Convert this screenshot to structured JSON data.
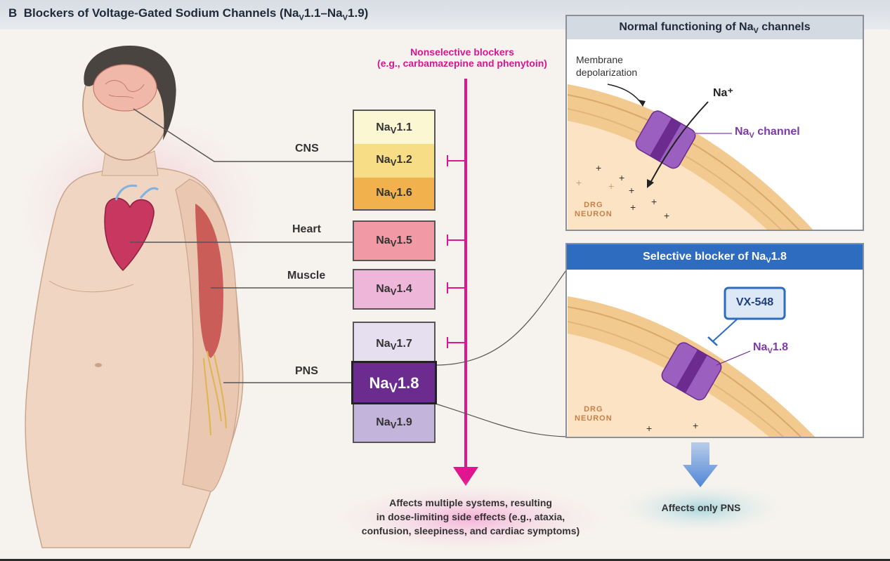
{
  "header": {
    "title_prefix": "B",
    "title_main": "Blockers of Voltage-Gated Sodium Channels (Na",
    "title_sub1": "V",
    "title_mid": "1.1–Na",
    "title_sub2": "V",
    "title_end": "1.9)"
  },
  "systems": {
    "cns": "CNS",
    "heart": "Heart",
    "muscle": "Muscle",
    "pns": "PNS"
  },
  "channels": {
    "prefix": "Na",
    "sub": "V",
    "c11": "1.1",
    "c12": "1.2",
    "c16": "1.6",
    "c15": "1.5",
    "c14": "1.4",
    "c17": "1.7",
    "c18": "1.8",
    "c19": "1.9"
  },
  "nonselective": {
    "line1": "Nonselective blockers",
    "line2": "(e.g., carbamazepine and phenytoin)"
  },
  "normal_panel": {
    "title_pre": "Normal functioning of Na",
    "title_sub": "V",
    "title_post": " channels",
    "membrane_line1": "Membrane",
    "membrane_line2": "depolarization",
    "na_ion": "Na⁺",
    "channel_pre": "Na",
    "channel_sub": "V",
    "channel_post": " channel",
    "neuron_line1": "DRG",
    "neuron_line2": "NEURON"
  },
  "selective_panel": {
    "title_pre": "Selective blocker of Na",
    "title_sub": "V",
    "title_post": "1.8",
    "drug": "VX-548",
    "channel_pre": "Na",
    "channel_sub": "V",
    "channel_post": "1.8",
    "neuron_line1": "DRG",
    "neuron_line2": "NEURON"
  },
  "effects": {
    "nonselective_line1": "Affects multiple systems, resulting",
    "nonselective_line2": "in dose-limiting side effects (e.g., ataxia,",
    "nonselective_line3": "confusion, sleepiness, and cardiac symptoms)",
    "selective": "Affects only PNS"
  },
  "colors": {
    "magenta": "#e0168f",
    "nav18": "#6b2b8f",
    "panel_blue": "#2e6cc0",
    "channel_purple": "#9b5fc0"
  }
}
